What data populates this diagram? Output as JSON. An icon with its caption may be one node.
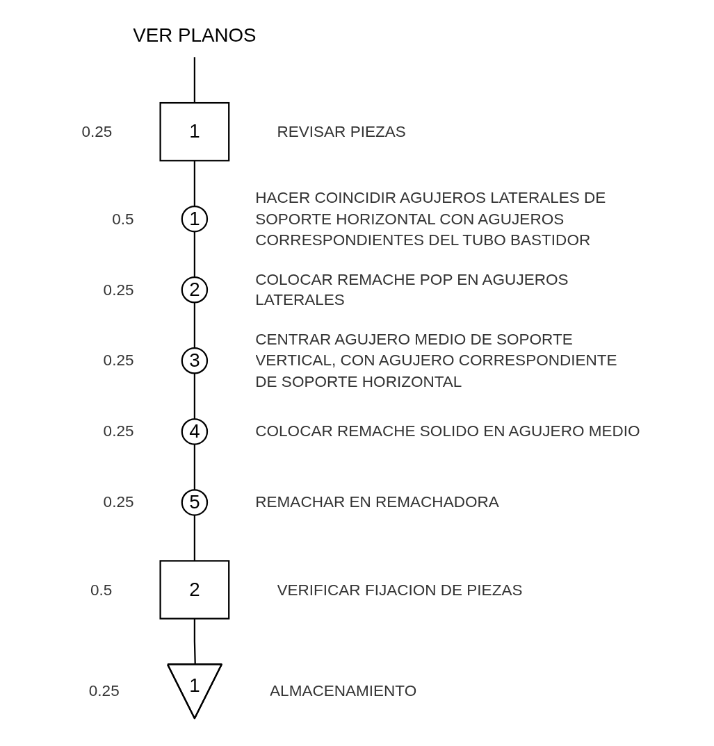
{
  "diagram": {
    "nodes": [
      {
        "text": [
          "VER PLANOS"
        ]
      },
      {
        "text": [
          "1"
        ],
        "beside": [
          "0.25",
          "REVISAR PIEZAS"
        ]
      },
      {
        "text": [
          "1"
        ],
        "beside": [
          "0.5",
          "HACER COINCIDIR AGUJEROS LATERALES DE SOPORTE HORIZONTAL CON AGUJEROS CORRESPONDIENTES DEL TUBO BASTIDOR"
        ]
      },
      {
        "text": [
          "2"
        ],
        "beside": [
          "0.25",
          "COLOCAR REMACHE POP EN AGUJEROS LATERALES"
        ]
      },
      {
        "text": [
          "3"
        ],
        "beside": [
          "0.25",
          "CENTRAR AGUJERO MEDIO DE SOPORTE VERTICAL, CON AGUJERO CORRESPONDIENTE DE SOPORTE HORIZONTAL"
        ]
      },
      {
        "text": [
          "4"
        ],
        "beside": [
          "0.25",
          "COLOCAR REMACHE SOLIDO EN AGUJERO MEDIO"
        ]
      },
      {
        "text": [
          "5"
        ],
        "beside": [
          "0.25",
          "REMACHAR EN REMACHADORA"
        ]
      },
      {
        "text": [
          "2"
        ],
        "beside": [
          "0.5",
          "VERIFICAR FIJACION DE PIEZAS"
        ]
      },
      {
        "text": [
          "1"
        ],
        "beside": [
          "0.25",
          "ALMACENAMIENTO"
        ]
      }
    ],
    "edges": [
      {
        "from": 0,
        "to": 1,
        "arrow": "none"
      },
      {
        "from": 1,
        "to": 2,
        "arrow": "none"
      },
      {
        "from": 2,
        "to": 3,
        "arrow": "none"
      },
      {
        "from": 3,
        "to": 4,
        "arrow": "none"
      },
      {
        "from": 4,
        "to": 5,
        "arrow": "none"
      },
      {
        "from": 5,
        "to": 6,
        "arrow": "none"
      },
      {
        "from": 6,
        "to": 7,
        "arrow": "none"
      },
      {
        "from": 7,
        "to": 8,
        "arrow": "none"
      }
    ]
  }
}
